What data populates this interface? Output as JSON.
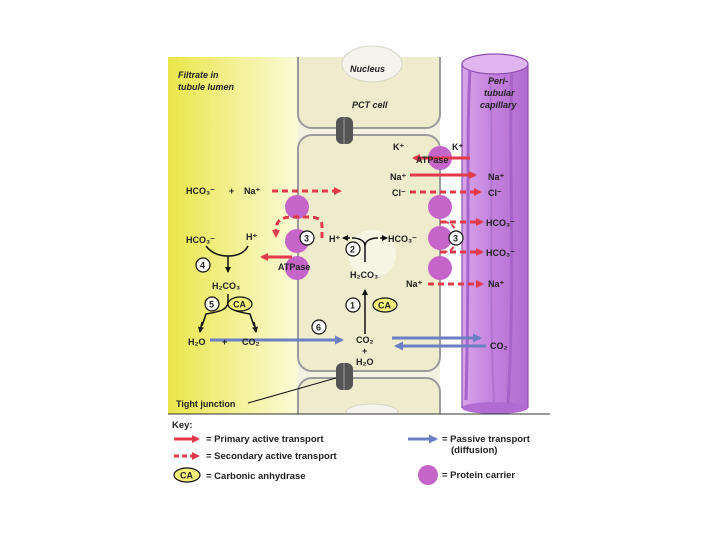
{
  "colors": {
    "lumen": "#f3f06a",
    "cell": "#efeccd",
    "cell_border": "#a9a9a9",
    "capillary": "#c98ae0",
    "capillary_dark": "#8d4fae",
    "primary_arrow": "#e23a4a",
    "passive_arrow": "#6a7fc4",
    "carrier": "#c665c9",
    "ca_badge": "#f4f07a"
  },
  "regions": {
    "lumen": "Filtrate in tubule lumen",
    "nucleus": "Nucleus",
    "cell": "PCT cell",
    "capillary": "Peri-tubular capillary",
    "tight_junction": "Tight junction"
  },
  "lumen_side": {
    "hco3_na_row": {
      "hco3": "HCO₃⁻",
      "plus": "+",
      "na": "Na⁺"
    },
    "hco3_h_row": {
      "hco3": "HCO₃⁻",
      "h": "H⁺"
    },
    "h2co3": "H₂CO₃",
    "ca": "CA",
    "h2o": "H₂O",
    "plus": "+",
    "co2": "CO₂"
  },
  "cell_side": {
    "h": "H⁺",
    "hco3": "HCO₃⁻",
    "h2co3": "H₂CO₃",
    "co2": "CO₂",
    "plus": "+",
    "h2o": "H₂O",
    "ca": "CA",
    "atpase_top": "ATPase",
    "atpase_left": "ATPase",
    "k_cell": "K⁺",
    "na_cell": "Na⁺",
    "cl_cell": "Cl⁻",
    "na_bottom": "Na⁺"
  },
  "blood_side": {
    "k": "K⁺",
    "na": "Na⁺",
    "cl": "Cl⁻",
    "hco3_1": "HCO₃⁻",
    "hco3_2": "HCO₃⁻",
    "na_bottom": "Na⁺",
    "co2": "CO₂"
  },
  "steps": [
    "1",
    "2",
    "3",
    "4",
    "5",
    "6"
  ],
  "key": {
    "title": "Key:",
    "primary": "= Primary active transport",
    "secondary": "= Secondary active transport",
    "ca_label": "CA",
    "carbonic": "= Carbonic anhydrase",
    "passive_line1": "= Passive transport",
    "passive_line2": "(diffusion)",
    "carrier": "= Protein carrier"
  }
}
